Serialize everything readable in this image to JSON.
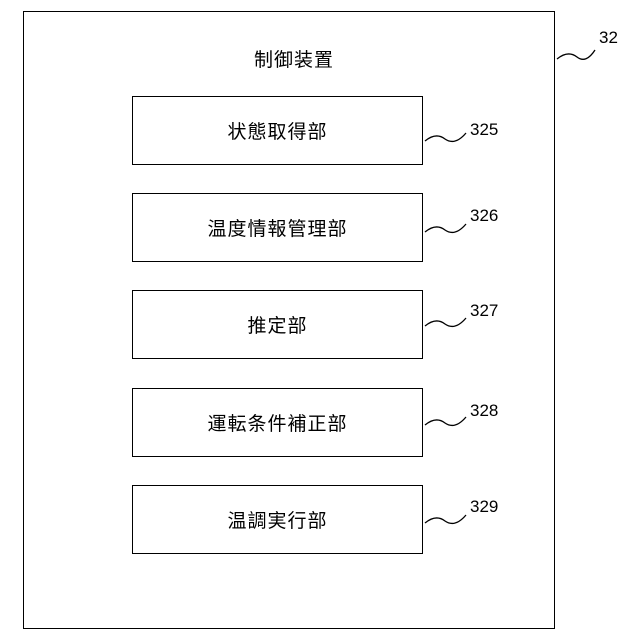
{
  "device": {
    "title": "制御装置",
    "ref": "32"
  },
  "units": [
    {
      "label": "状態取得部",
      "ref": "325"
    },
    {
      "label": "温度情報管理部",
      "ref": "326"
    },
    {
      "label": "推定部",
      "ref": "327"
    },
    {
      "label": "運転条件補正部",
      "ref": "328"
    },
    {
      "label": "温調実行部",
      "ref": "329"
    }
  ]
}
